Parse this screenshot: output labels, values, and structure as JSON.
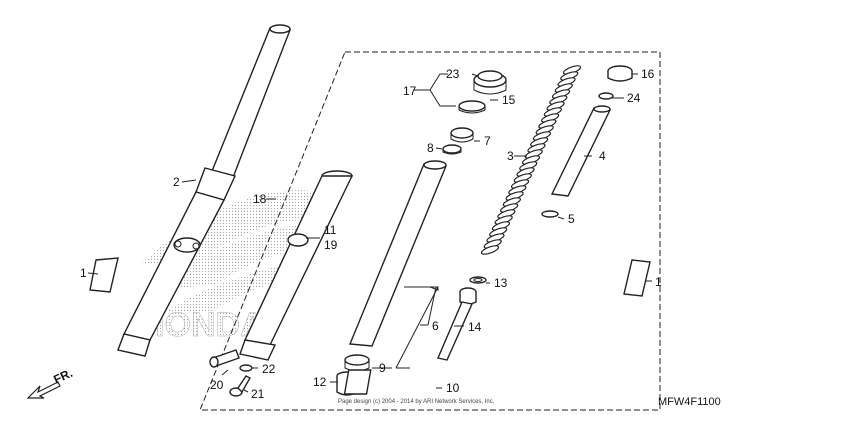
{
  "callouts": {
    "c1a": "1",
    "c1b": "1",
    "c2": "2",
    "c3": "3",
    "c4": "4",
    "c5": "5",
    "c6": "6",
    "c7": "7",
    "c8": "8",
    "c9": "9",
    "c10": "10",
    "c11": "11",
    "c12": "12",
    "c13": "13",
    "c14": "14",
    "c15": "15",
    "c16": "16",
    "c17": "17",
    "c18": "18",
    "c19": "19",
    "c20": "20",
    "c21": "21",
    "c22": "22",
    "c23": "23",
    "c24": "24"
  },
  "watermark": "HONDA",
  "direction_label": "FR.",
  "copyright": "Page design (c) 2004 - 2014 by ARI Network Services, Inc.",
  "diagram_code": "MFW4F1100"
}
